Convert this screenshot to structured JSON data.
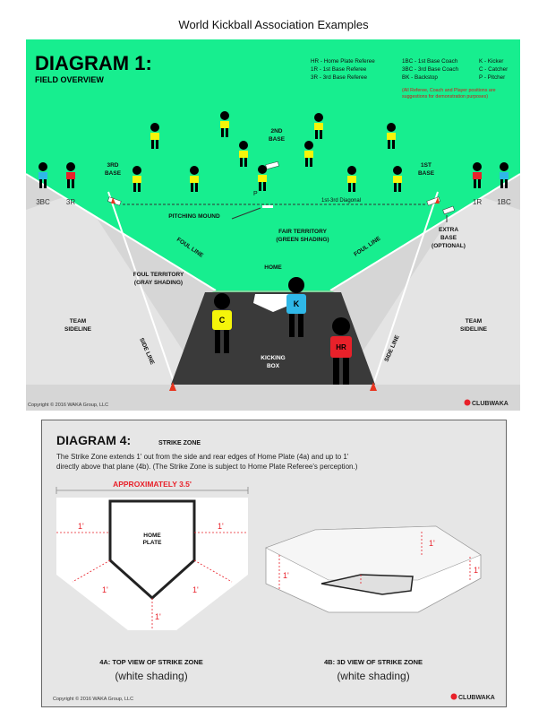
{
  "page": {
    "title": "World Kickball Association Examples"
  },
  "diagram1": {
    "title": "DIAGRAM 1:",
    "subtitle": "FIELD OVERVIEW",
    "legend_col1": [
      "HR - Home Plate Referee",
      "1R - 1st Base Referee",
      "3R - 3rd Base Referee"
    ],
    "legend_col2": [
      "1BC - 1st Base Coach",
      "3BC - 3rd Base Coach",
      "BK - Backstop"
    ],
    "legend_col3": [
      "K - Kicker",
      "C - Catcher",
      "P - Pitcher"
    ],
    "note_line1": "(All Referee, Coach and Player positions are",
    "note_line2": "suggestions for demonstration purposes)",
    "labels": {
      "second_base_l1": "2ND",
      "second_base_l2": "BASE",
      "third_base_l1": "3RD",
      "third_base_l2": "BASE",
      "first_base_l1": "1ST",
      "first_base_l2": "BASE",
      "diagonal": "1st-3rd Diagonal",
      "pitching_mound": "PITCHING MOUND",
      "fair_l1": "FAIR TERRITORY",
      "fair_l2": "(GREEN SHADING)",
      "foul_line": "FOUL LINE",
      "extra_l1": "EXTRA",
      "extra_l2": "BASE",
      "extra_l3": "(OPTIONAL)",
      "home": "HOME",
      "foul_terr_l1": "FOUL TERRITORY",
      "foul_terr_l2": "(GRAY SHADING)",
      "team_l1": "TEAM",
      "team_l2": "SIDELINE",
      "side_line": "SIDE LINE",
      "kick_l1": "KICKING",
      "kick_l2": "BOX",
      "pos_3bc": "3BC",
      "pos_3r": "3R",
      "pos_1r": "1R",
      "pos_1bc": "1BC",
      "pos_p": "P",
      "pos_c": "C",
      "pos_k": "K",
      "pos_hr": "HR"
    },
    "copyright": "Copyright © 2016 WAKA Group, LLC",
    "logo": "CLUBWAKA",
    "colors": {
      "fair": "#17ee8f",
      "foul": "#d6d6d6",
      "kickbox": "#3a3a3a",
      "player_yellow": "#f5f50a",
      "coach_blue": "#2fb8e8",
      "ref_red": "#e8212a",
      "cone": "#e8351f"
    }
  },
  "diagram4": {
    "title": "DIAGRAM 4:",
    "subtitle": "STRIKE ZONE",
    "desc_line1": "The Strike Zone extends 1' out from the side and rear edges of Home Plate (4a) and up to 1'",
    "desc_line2": "directly above that plane (4b). (The Strike Zone is subject to Home Plate Referee's perception.)",
    "approx": "APPROXIMATELY 3.5'",
    "home_l1": "HOME",
    "home_l2": "PLATE",
    "one_foot": "1'",
    "cap_a_l1": "4A: TOP VIEW OF STRIKE ZONE",
    "cap_a_l2": "(white shading)",
    "cap_b_l1": "4B: 3D VIEW OF STRIKE ZONE",
    "cap_b_l2": "(white shading)",
    "copyright": "Copyright © 2016 WAKA Group, LLC",
    "logo": "CLUBWAKA",
    "colors": {
      "accent_red": "#e8212a"
    }
  }
}
